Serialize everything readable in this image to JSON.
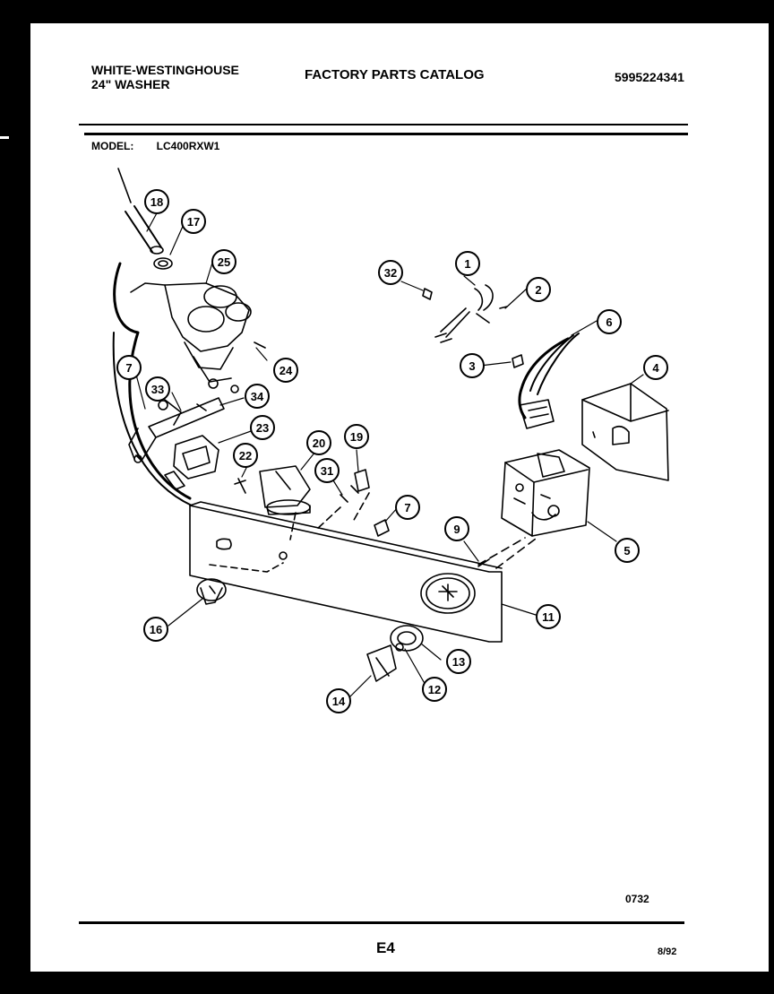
{
  "header": {
    "brand_line1": "WHITE-WESTINGHOUSE",
    "brand_line2": "24\" WASHER",
    "catalog_title": "FACTORY PARTS CATALOG",
    "catalog_number": "5995224341"
  },
  "model": {
    "label": "MODEL:",
    "value": "LC400RXW1"
  },
  "callouts": [
    {
      "id": "c18",
      "label": "18"
    },
    {
      "id": "c17",
      "label": "17"
    },
    {
      "id": "c25",
      "label": "25"
    },
    {
      "id": "c24",
      "label": "24"
    },
    {
      "id": "c7a",
      "label": "7"
    },
    {
      "id": "c33",
      "label": "33"
    },
    {
      "id": "c34",
      "label": "34"
    },
    {
      "id": "c23",
      "label": "23"
    },
    {
      "id": "c22",
      "label": "22"
    },
    {
      "id": "c20",
      "label": "20"
    },
    {
      "id": "c19",
      "label": "19"
    },
    {
      "id": "c31",
      "label": "31"
    },
    {
      "id": "c7b",
      "label": "7"
    },
    {
      "id": "c32",
      "label": "32"
    },
    {
      "id": "c1",
      "label": "1"
    },
    {
      "id": "c2",
      "label": "2"
    },
    {
      "id": "c3",
      "label": "3"
    },
    {
      "id": "c6",
      "label": "6"
    },
    {
      "id": "c4",
      "label": "4"
    },
    {
      "id": "c5",
      "label": "5"
    },
    {
      "id": "c9",
      "label": "9"
    },
    {
      "id": "c11",
      "label": "11"
    },
    {
      "id": "c16",
      "label": "16"
    },
    {
      "id": "c13",
      "label": "13"
    },
    {
      "id": "c12",
      "label": "12"
    },
    {
      "id": "c14",
      "label": "14"
    }
  ],
  "footer": {
    "drawing_code": "0732",
    "page_label": "E4",
    "date": "8/92"
  }
}
